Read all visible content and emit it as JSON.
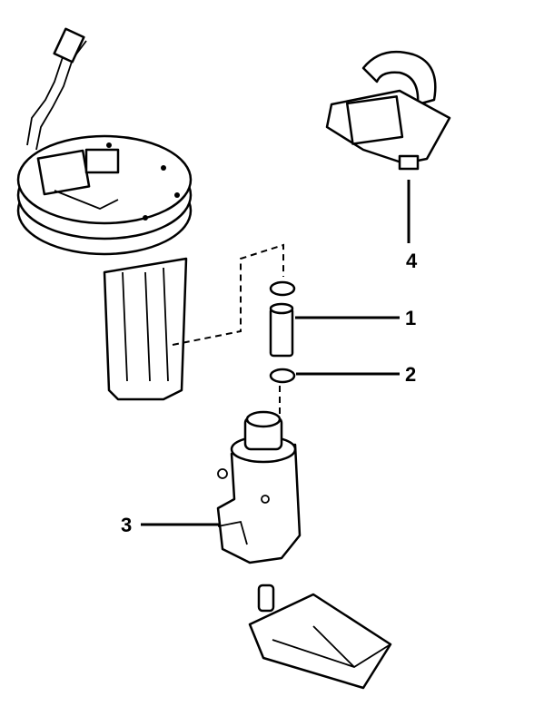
{
  "diagram": {
    "callouts": [
      {
        "number": "1",
        "part": "tube"
      },
      {
        "number": "2",
        "part": "ring"
      },
      {
        "number": "3",
        "part": "fuel-pump"
      },
      {
        "number": "4",
        "part": "sensor"
      }
    ]
  }
}
